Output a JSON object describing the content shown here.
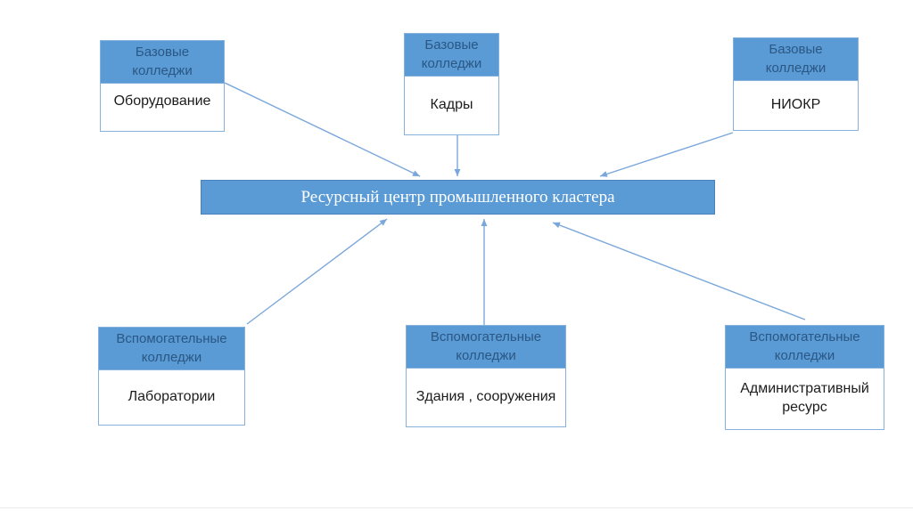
{
  "diagram": {
    "top_nodes": [
      {
        "header": "Базовые колледжи",
        "body": "Оборудование"
      },
      {
        "header": "Базовые колледжи",
        "body": "Кадры"
      },
      {
        "header": "Базовые колледжи",
        "body": "НИОКР"
      }
    ],
    "center": {
      "label": "Ресурсный центр промышленного кластера"
    },
    "bottom_nodes": [
      {
        "header": "Вспомогательные колледжи",
        "body": "Лаборатории"
      },
      {
        "header": "Вспомогательные колледжи",
        "body": "Здания , сооружения"
      },
      {
        "header": "Вспомогательные колледжи",
        "body": "Административный ресурс"
      }
    ],
    "colors": {
      "node_header_fill": "#5B9BD5",
      "node_header_text": "#2A5784",
      "node_border": "#85B1DC",
      "node_body_text": "#1C1C1C",
      "bar_fill": "#5B9BD5",
      "bar_border": "#4A81BC",
      "bar_text": "#FFFFFF",
      "arrow": "#7AA7DB"
    }
  }
}
